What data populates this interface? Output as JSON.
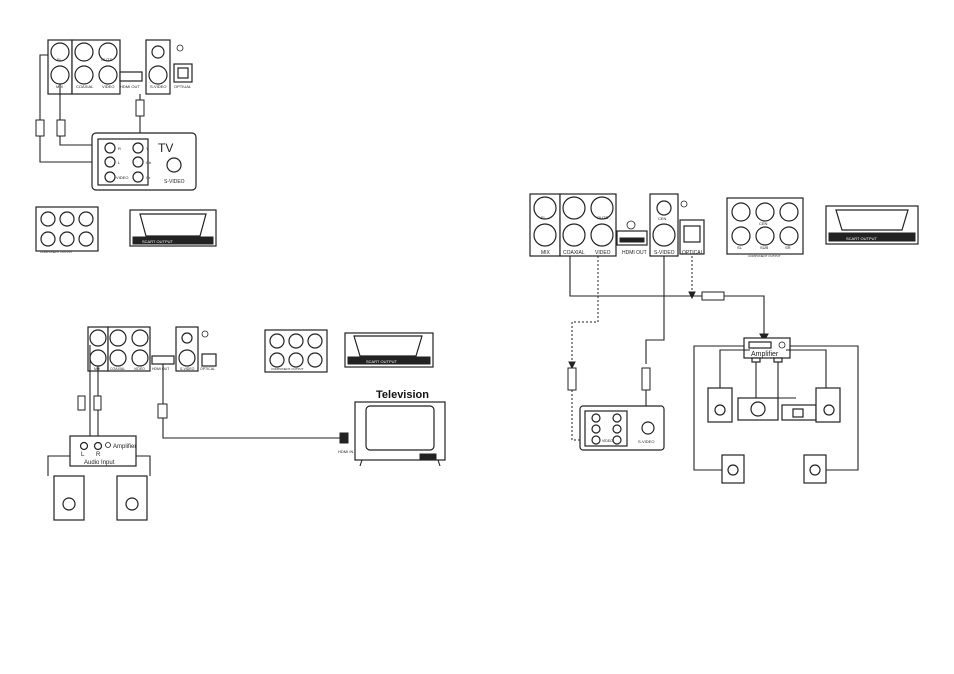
{
  "jack_labels": {
    "fl": "FL",
    "fr": "FR",
    "mix": "MIX",
    "coaxial": "COAXIAL",
    "video": "VIDEO",
    "hdmi_out": "HDMI OUT",
    "svideo": "S-VIDEO",
    "optical": "OPTICAL",
    "optical_short": "OPTIUAL",
    "cen": "CEN",
    "sl": "SL",
    "sub": "SUB",
    "sr": "SR",
    "outs": "OUTS"
  },
  "panel_labels": {
    "scart_output": "SCART OUTPUT",
    "scart_output_alt": "SCART OUTPUT",
    "component_output": "COMPONENT OUTPUT"
  },
  "tv_panel": {
    "title": "TV",
    "svideo": "S-VIDEO",
    "video": "VIDEO",
    "r": "R",
    "l": "L",
    "y": "Y",
    "cb": "Cb",
    "cr": "Cr"
  },
  "amplifier": {
    "label": "Amplifier",
    "l": "L",
    "r": "R",
    "audio_input": "Audio Input"
  },
  "television": {
    "title": "Television",
    "hdmi_in": "HDMI IN"
  },
  "amplifier_right": {
    "label": "Amplifier"
  }
}
